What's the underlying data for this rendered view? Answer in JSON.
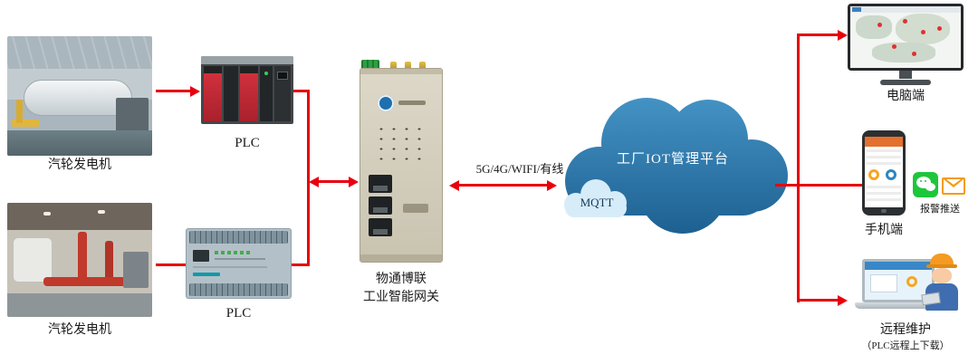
{
  "diagram": {
    "sources": [
      {
        "label": "汽轮发电机"
      },
      {
        "label": "汽轮发电机"
      }
    ],
    "plcs": [
      {
        "label": "PLC"
      },
      {
        "label": "PLC"
      }
    ],
    "gateway": {
      "vendor": "物通博联",
      "type": "工业智能网关"
    },
    "link": {
      "label": "5G/4G/WIFI/有线"
    },
    "cloud": {
      "label": "工厂IOT管理平台",
      "protocol": "MQTT"
    },
    "endpoints": {
      "pc": {
        "label": "电脑端"
      },
      "phone": {
        "label": "手机端",
        "push_label": "报警推送"
      },
      "maintenance": {
        "label": "远程维护",
        "sublabel": "（PLC远程上下载）"
      }
    },
    "colors": {
      "connector": "#e8000d",
      "cloud_top": "#4796c8",
      "cloud_bottom": "#1b5e8f",
      "mqtt_cloud": "#d7ecf9"
    }
  }
}
